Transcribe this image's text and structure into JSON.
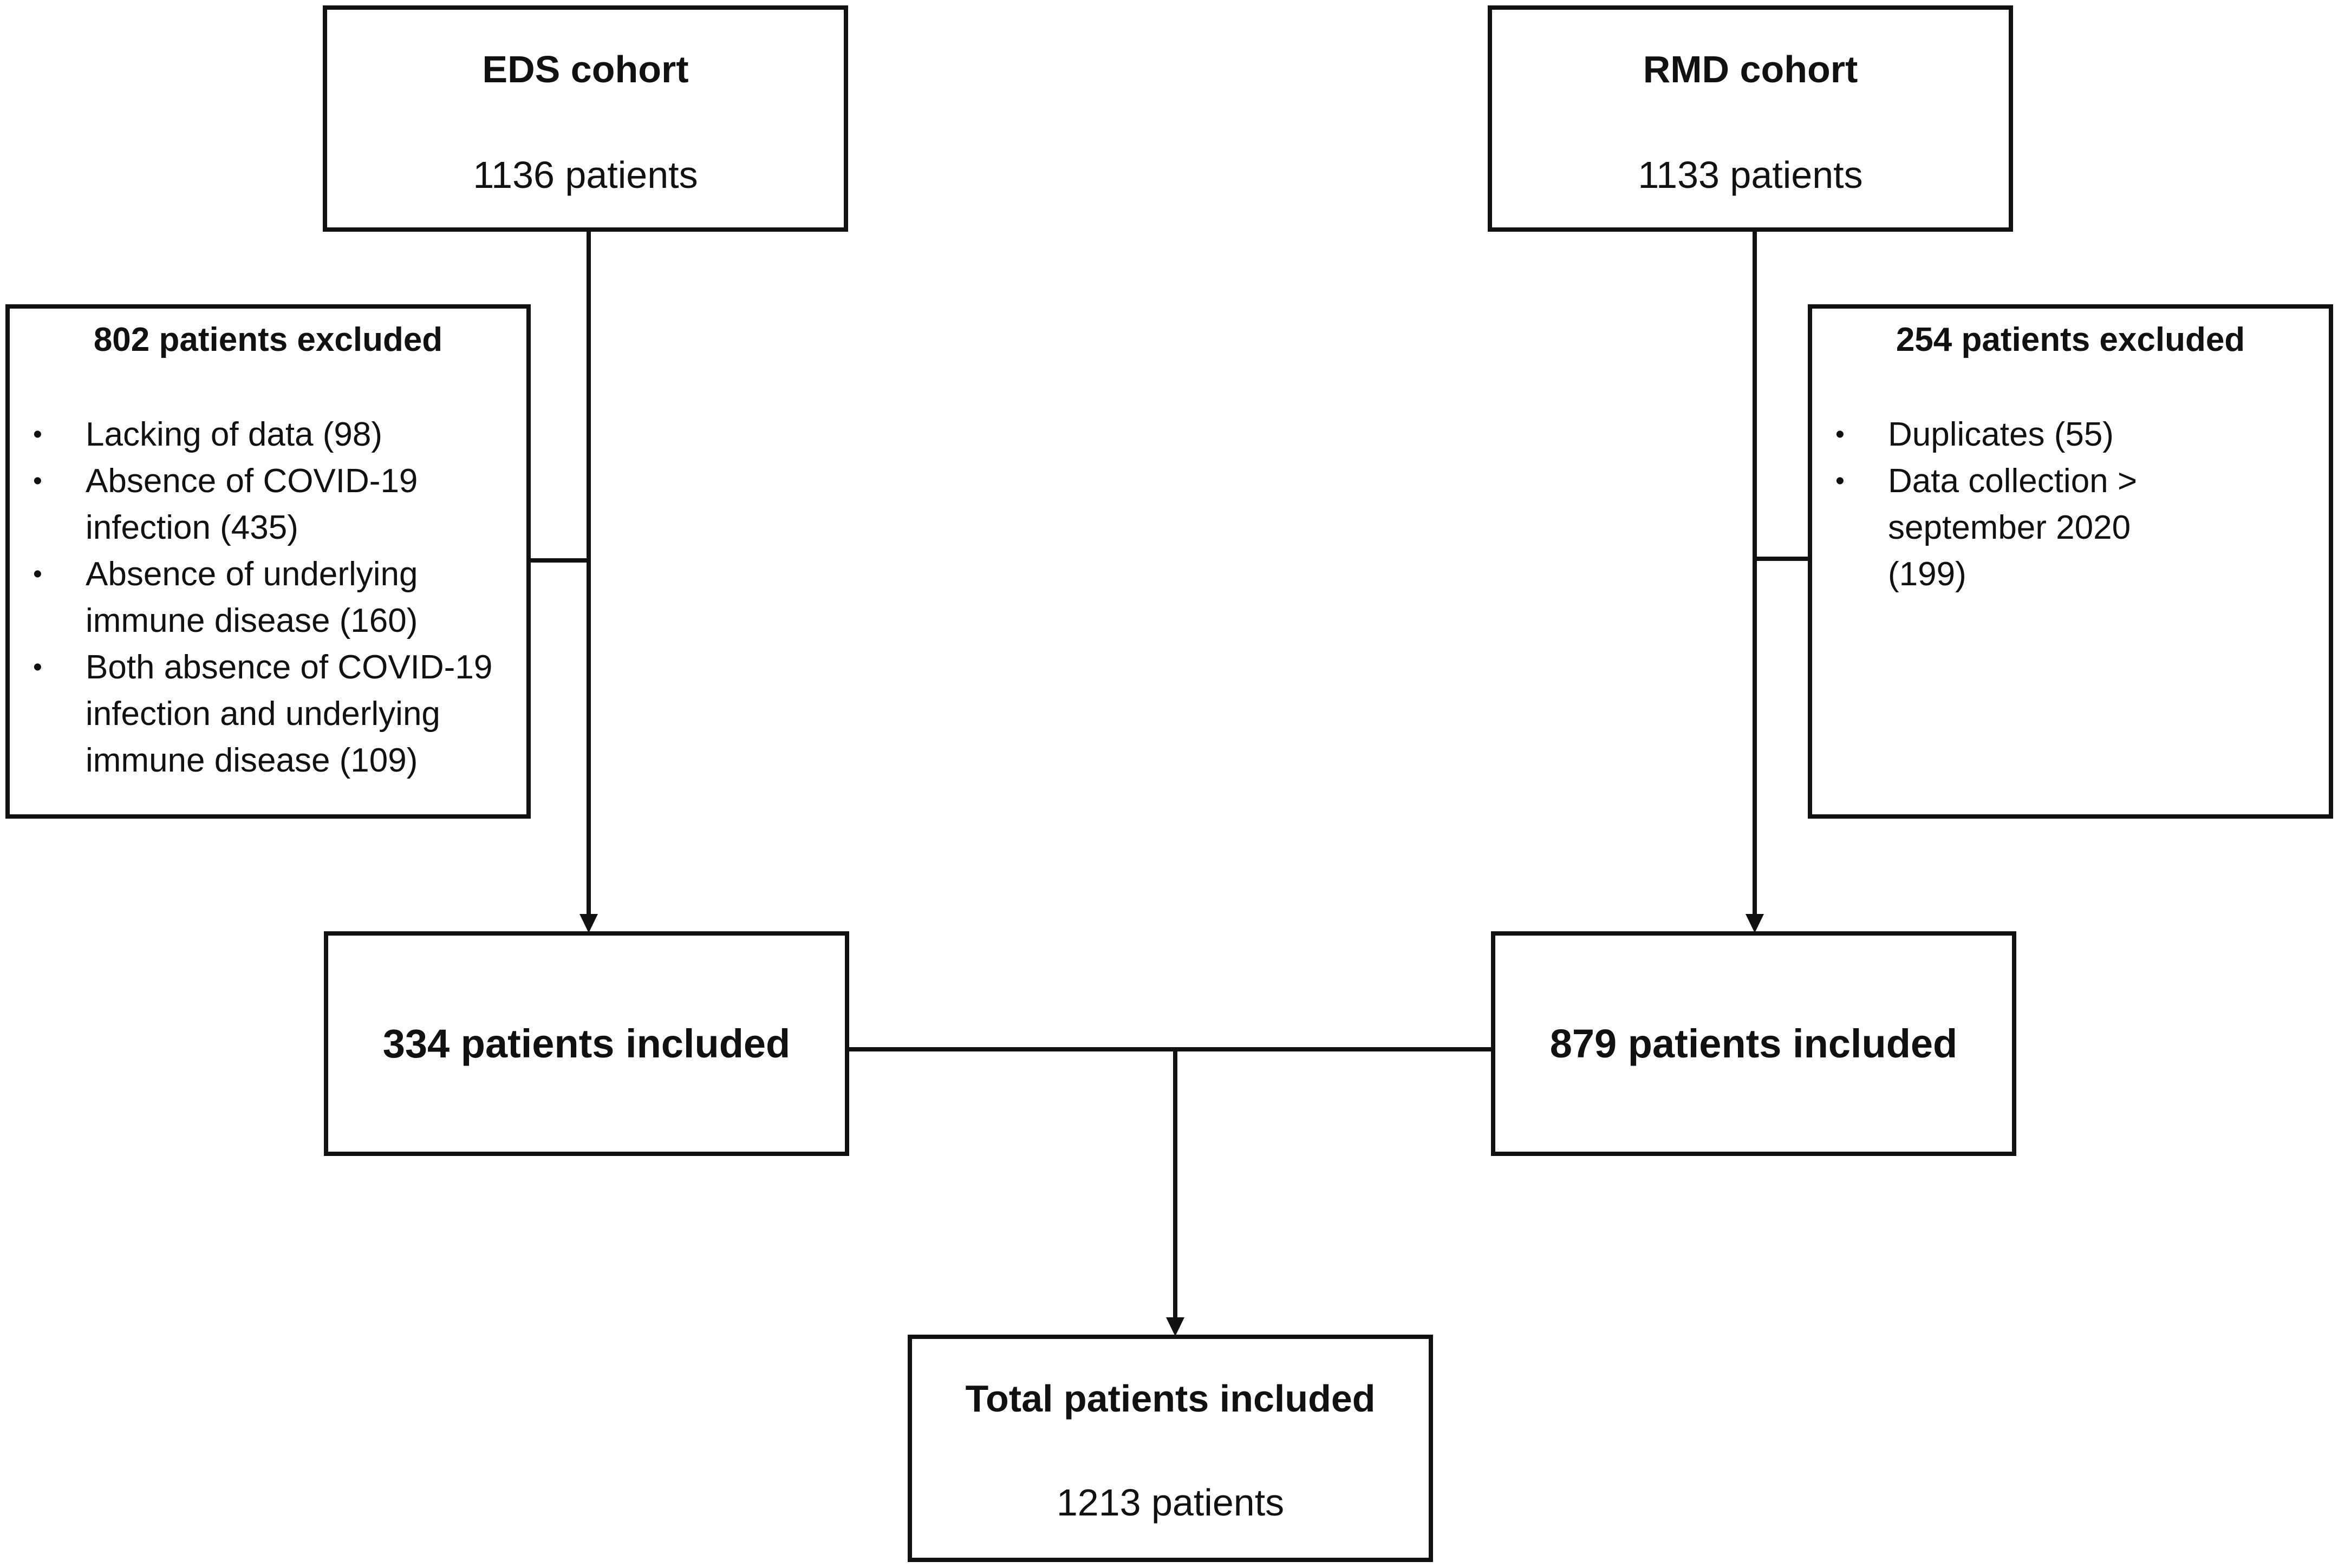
{
  "eds": {
    "title": "EDS cohort",
    "count": "1136 patients",
    "excluded_title": "802 patients excluded",
    "excluded_items": [
      "Lacking of data (98)",
      "Absence of COVID-19 infection (435)",
      "Absence of underlying immune disease (160)",
      "Both absence of COVID-19 infection and underlying immune disease (109)"
    ],
    "included": "334 patients included"
  },
  "rmd": {
    "title": "RMD cohort",
    "count": "1133 patients",
    "excluded_title": "254 patients excluded",
    "excluded_items": [
      "Duplicates (55)",
      "Data collection > september 2020 (199)"
    ],
    "included": "879 patients included"
  },
  "total": {
    "title": "Total patients included",
    "count": "1213 patients"
  }
}
